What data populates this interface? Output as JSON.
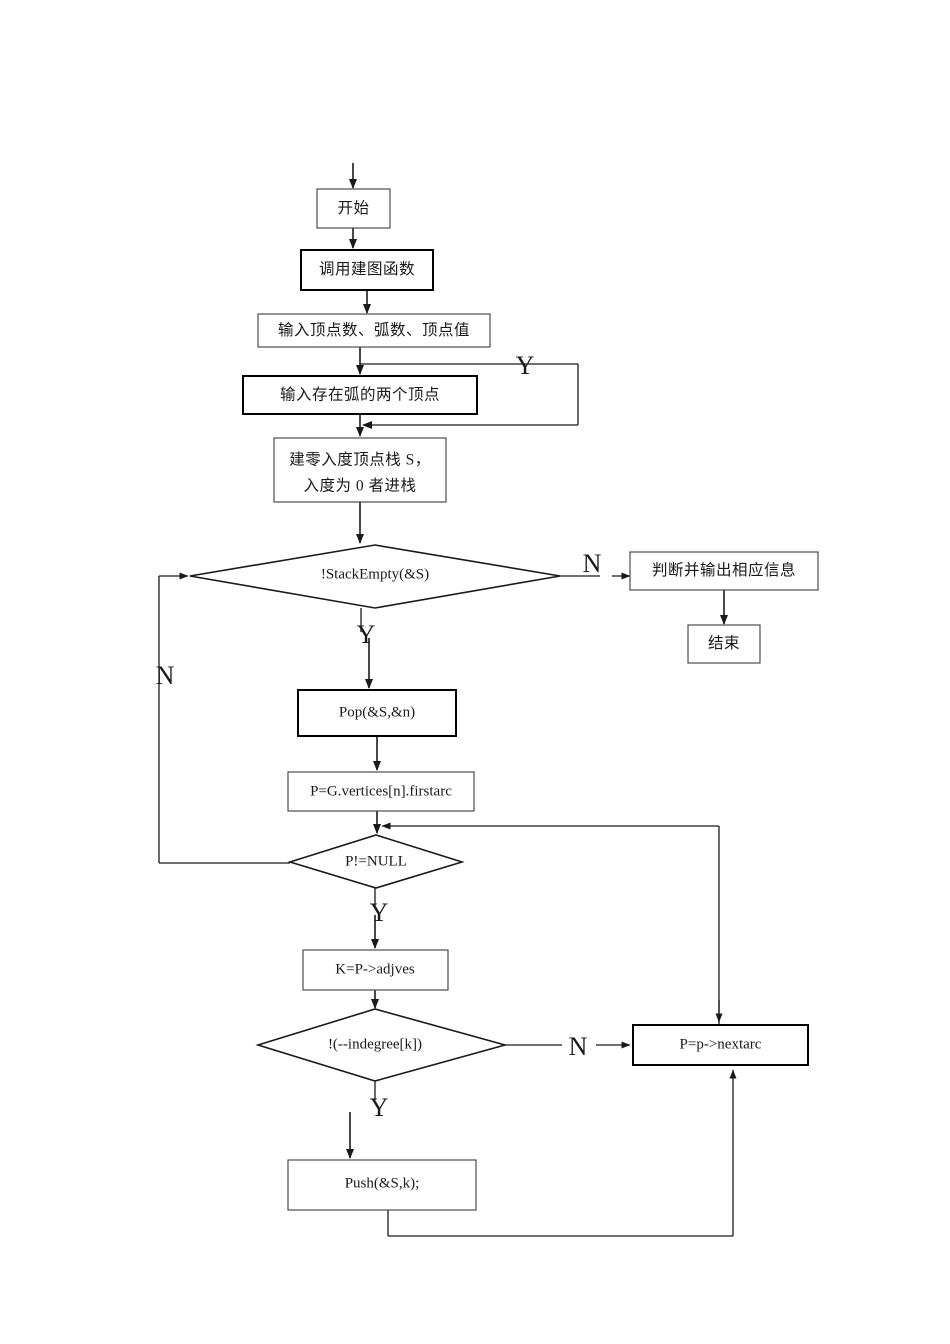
{
  "document": {
    "type": "flowchart",
    "title": "拓扑排序算法流程图",
    "language": "zh-CN"
  },
  "nodes": {
    "start": {
      "label": "开始",
      "shape": "process"
    },
    "call_build_graph": {
      "label": "调用建图函数",
      "shape": "process"
    },
    "input_counts": {
      "label": "输入顶点数、弧数、顶点值",
      "shape": "process"
    },
    "input_arc": {
      "label": "输入存在弧的两个顶点",
      "shape": "process"
    },
    "build_stack_line1": {
      "label": "建零入度顶点栈 S，",
      "shape": "process"
    },
    "build_stack_line2": {
      "label": "入度为 0 者进栈",
      "shape": "process"
    },
    "stack_not_empty": {
      "label": "!StackEmpty(&S)",
      "shape": "decision"
    },
    "judge_output": {
      "label": "判断并输出相应信息",
      "shape": "process"
    },
    "end": {
      "label": "结束",
      "shape": "process"
    },
    "pop": {
      "label": "Pop(&S,&n)",
      "shape": "process"
    },
    "first_arc": {
      "label": "P=G.vertices[n].firstarc",
      "shape": "process"
    },
    "p_not_null": {
      "label": "P!=NULL",
      "shape": "decision"
    },
    "k_adjves": {
      "label": "K=P->adjves",
      "shape": "process"
    },
    "indegree_check": {
      "label": "!(--indegree[k])",
      "shape": "decision"
    },
    "next_arc": {
      "label": "P=p->nextarc",
      "shape": "process"
    },
    "push": {
      "label": "Push(&S,k);",
      "shape": "process"
    }
  },
  "branch_labels": {
    "input_arc_loop_yes": "Y",
    "stack_not_empty_no": "N",
    "stack_not_empty_yes": "Y",
    "p_not_null_no": "N",
    "p_not_null_yes": "Y",
    "indegree_no": "N",
    "indegree_yes": "Y"
  },
  "colors": {
    "background": "#ffffff",
    "stroke": "#1a1a1a",
    "box_stroke": "#4d4d4d",
    "text": "#1a1a1a"
  }
}
